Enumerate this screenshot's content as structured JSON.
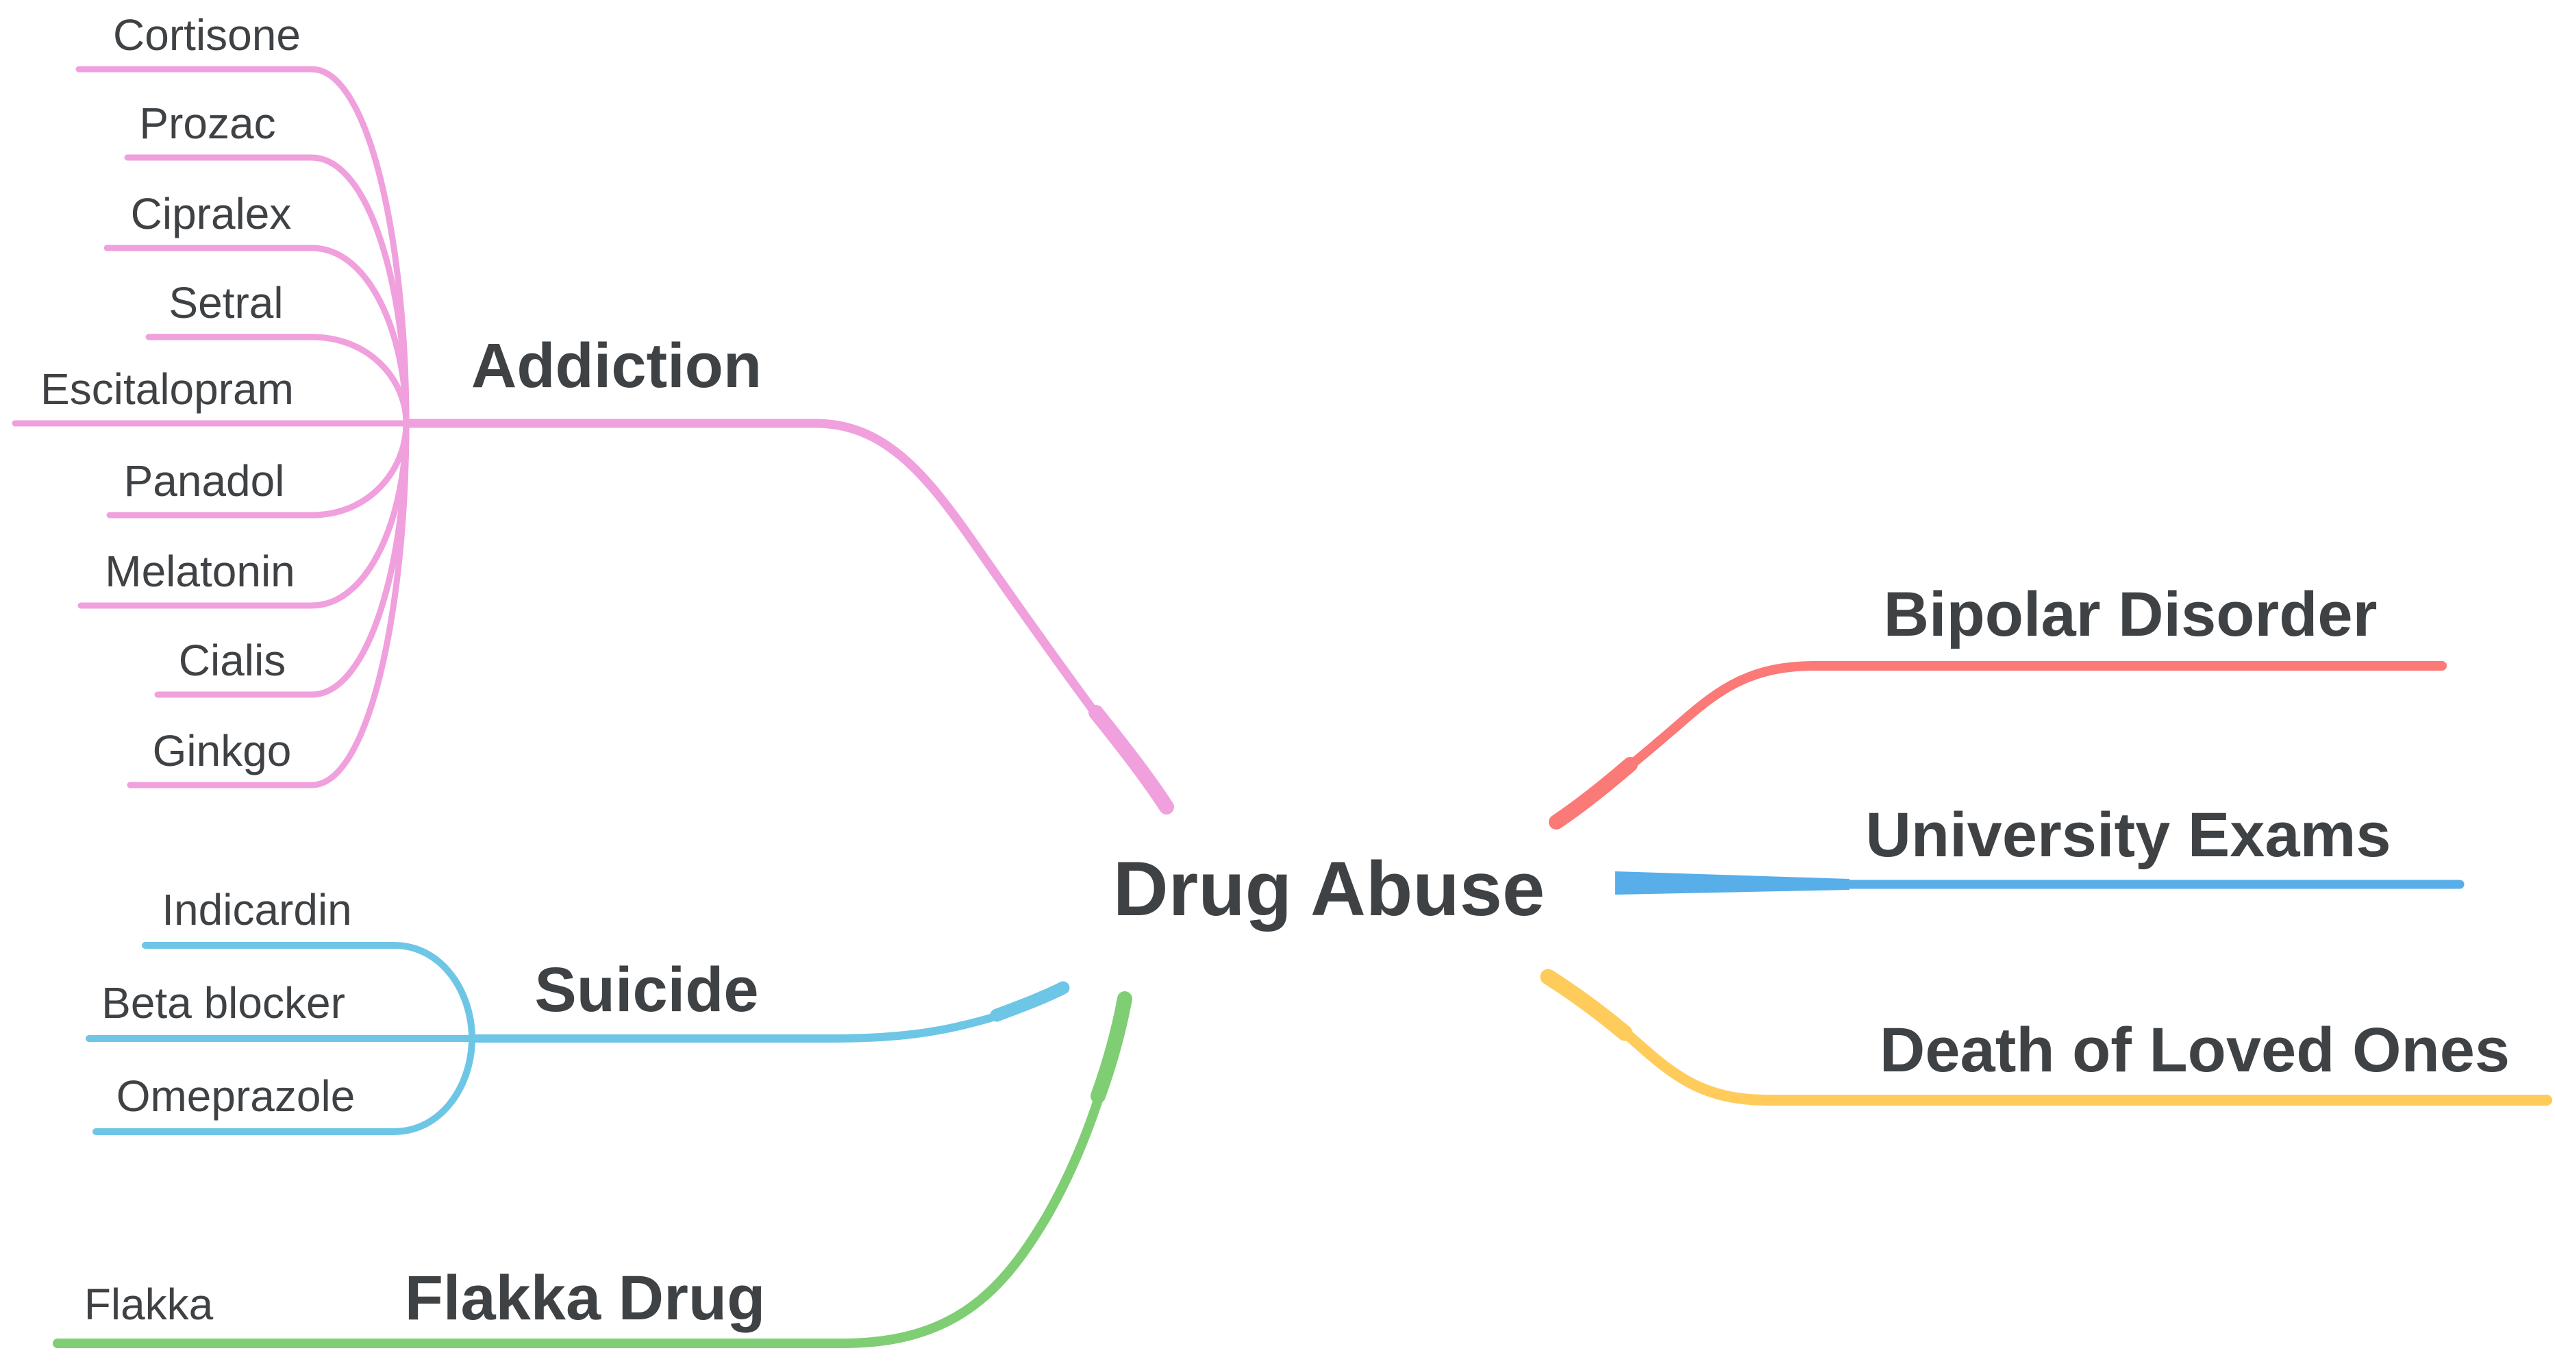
{
  "diagram": {
    "type": "mindmap",
    "background": "#FFFFFF",
    "center": {
      "label": "Drug Abuse"
    },
    "colors": {
      "addiction": "#F0A0DC",
      "suicide": "#6EC6E6",
      "flakka": "#7FCE74",
      "bipolar": "#FB7977",
      "university": "#58AEE8",
      "death": "#FFCC5C",
      "text": "#3F4245"
    },
    "branches": [
      {
        "label": "Addiction",
        "side": "left",
        "color": "#F0A0DC",
        "children": [
          "Cortisone",
          "Prozac",
          "Cipralex",
          "Setral",
          "Escitalopram",
          "Panadol",
          "Melatonin",
          "Cialis",
          "Ginkgo"
        ]
      },
      {
        "label": "Suicide",
        "side": "left",
        "color": "#6EC6E6",
        "children": [
          "Indicardin",
          "Beta blocker",
          "Omeprazole"
        ]
      },
      {
        "label": "Flakka Drug",
        "side": "left",
        "color": "#7FCE74",
        "children": [
          "Flakka"
        ]
      },
      {
        "label": "Bipolar Disorder",
        "side": "right",
        "color": "#FB7977",
        "children": []
      },
      {
        "label": "University Exams",
        "side": "right",
        "color": "#58AEE8",
        "children": []
      },
      {
        "label": "Death of Loved Ones",
        "side": "right",
        "color": "#FFCC5C",
        "children": []
      }
    ]
  }
}
